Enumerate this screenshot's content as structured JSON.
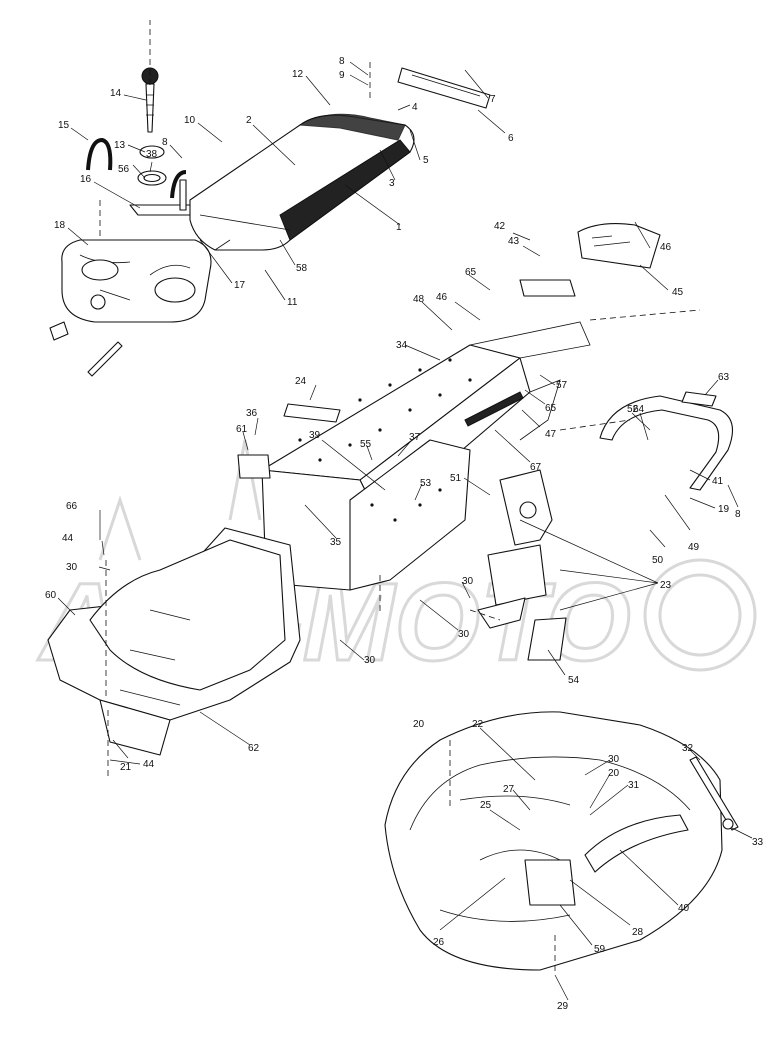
{
  "watermark": "AGT-MOTO",
  "callouts": [
    "1",
    "2",
    "3",
    "4",
    "5",
    "6",
    "7",
    "8",
    "8",
    "8",
    "9",
    "10",
    "11",
    "12",
    "13",
    "14",
    "15",
    "16",
    "17",
    "18",
    "19",
    "20",
    "20",
    "21",
    "22",
    "23",
    "24",
    "25",
    "26",
    "27",
    "28",
    "29",
    "30",
    "30",
    "30",
    "30",
    "30",
    "31",
    "32",
    "33",
    "34",
    "35",
    "36",
    "37",
    "38",
    "39",
    "40",
    "41",
    "42",
    "43",
    "44",
    "44",
    "45",
    "46",
    "46",
    "47",
    "48",
    "49",
    "50",
    "51",
    "52",
    "53",
    "54",
    "55",
    "56",
    "57",
    "58",
    "59",
    "60",
    "61",
    "62",
    "63",
    "64",
    "65",
    "65",
    "66",
    "67"
  ]
}
